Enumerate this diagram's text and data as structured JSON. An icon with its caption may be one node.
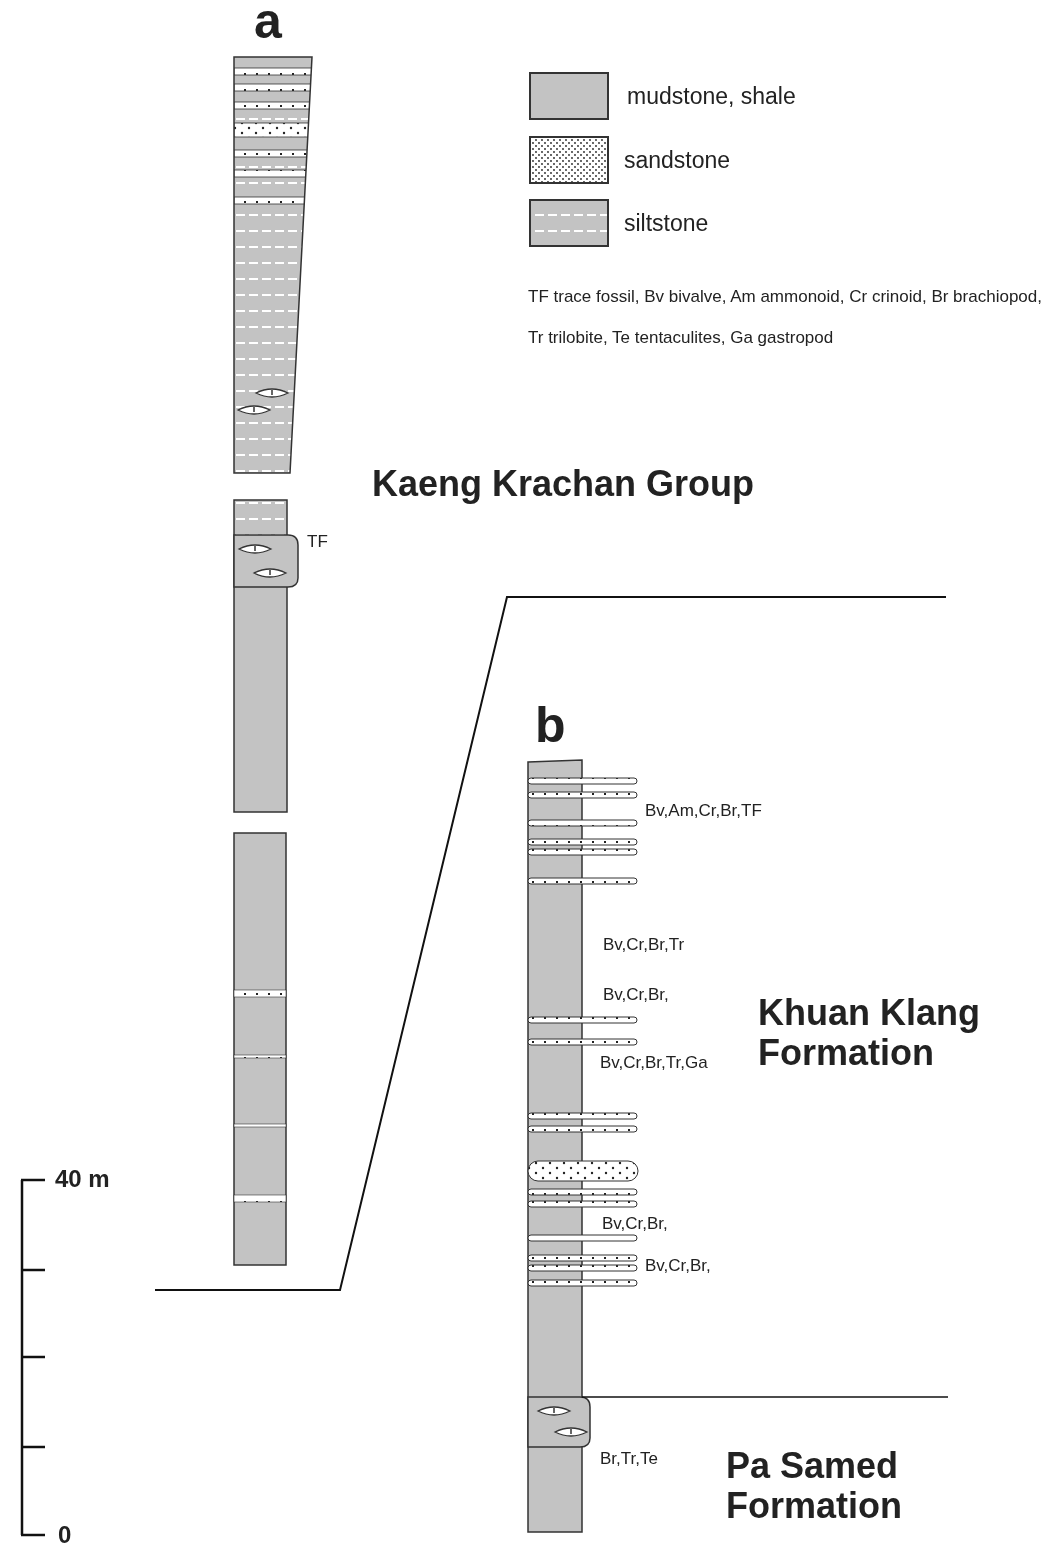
{
  "diagram": {
    "labels": [
      "a",
      "TF trace fossil, Bv bivalve, Am ammonoid, Cr crinoid, Br brachiopod, Tr trilobite, Te tentaculites, Ga gastropod",
      "Kaeng Krachan Group",
      "TF",
      "b",
      "Bv,Am,Cr,Br,TF",
      "Bv,Cr,Br,Tr",
      "Bv,Cr,Br,",
      "Khuan Klang Formation",
      "Bv,Cr,Br,Tr,Ga",
      "40 m",
      "Bv,Cr,Br,",
      "Bv,Cr,Br,",
      "Br,Tr,Te",
      "Pa Samed Formation",
      "0"
    ],
    "legend": [
      {
        "text": "mudstone, shale"
      },
      {
        "text": "sandstone"
      },
      {
        "text": "siltstone"
      }
    ]
  }
}
